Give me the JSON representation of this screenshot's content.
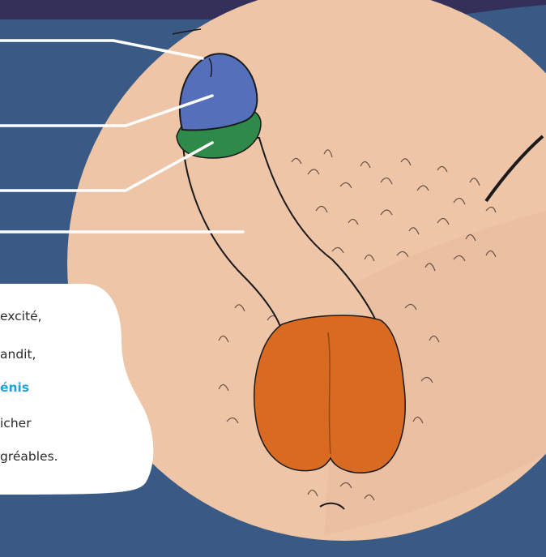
{
  "colors": {
    "background": "#3a5a86",
    "top_band": "#35305a",
    "skin": "#efc5a8",
    "glans": "#5470bb",
    "foreskin": "#2e8a48",
    "scrotum": "#d86a22",
    "callout_line": "#ffffff",
    "highlight_text": "#1ba4d8"
  },
  "callout_lines": [
    "glans-tip",
    "glans",
    "foreskin",
    "shaft"
  ],
  "speech_bubble": {
    "lines": [
      {
        "text": "excité,",
        "highlight": false
      },
      {
        "text": "andit,",
        "highlight": false
      },
      {
        "text": "énis",
        "highlight": true
      },
      {
        "text": "icher",
        "highlight": false
      },
      {
        "text": "gréables.",
        "highlight": false
      }
    ]
  }
}
